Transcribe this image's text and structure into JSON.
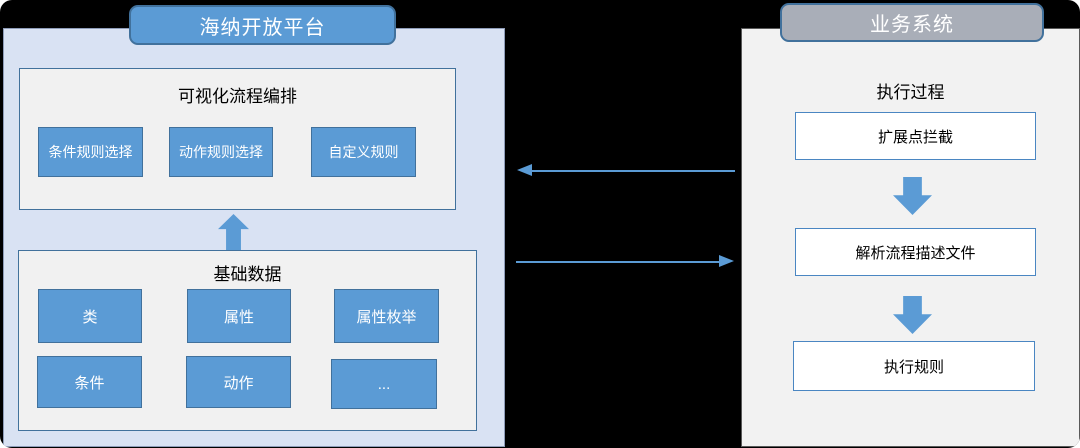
{
  "left_panel": {
    "title": "海纳开放平台",
    "orchestration": {
      "title": "可视化流程编排",
      "buttons": [
        "条件规则选择",
        "动作规则选择",
        "自定义规则"
      ]
    },
    "base_data": {
      "title": "基础数据",
      "items": [
        "类",
        "属性",
        "属性枚举",
        "条件",
        "动作",
        "..."
      ]
    }
  },
  "right_panel": {
    "title": "业务系统",
    "process_title": "执行过程",
    "steps": [
      "扩展点拦截",
      "解析流程描述文件",
      "执行规则"
    ]
  },
  "colors": {
    "accent_blue": "#5b9bd5",
    "accent_blue_dark": "#41719c",
    "left_panel_bg": "#d9e2f3",
    "right_panel_bg": "#f2f2f2",
    "title_gray": "#a9aeb8",
    "step_box_bg": "#ffffff",
    "background": "#000000"
  }
}
